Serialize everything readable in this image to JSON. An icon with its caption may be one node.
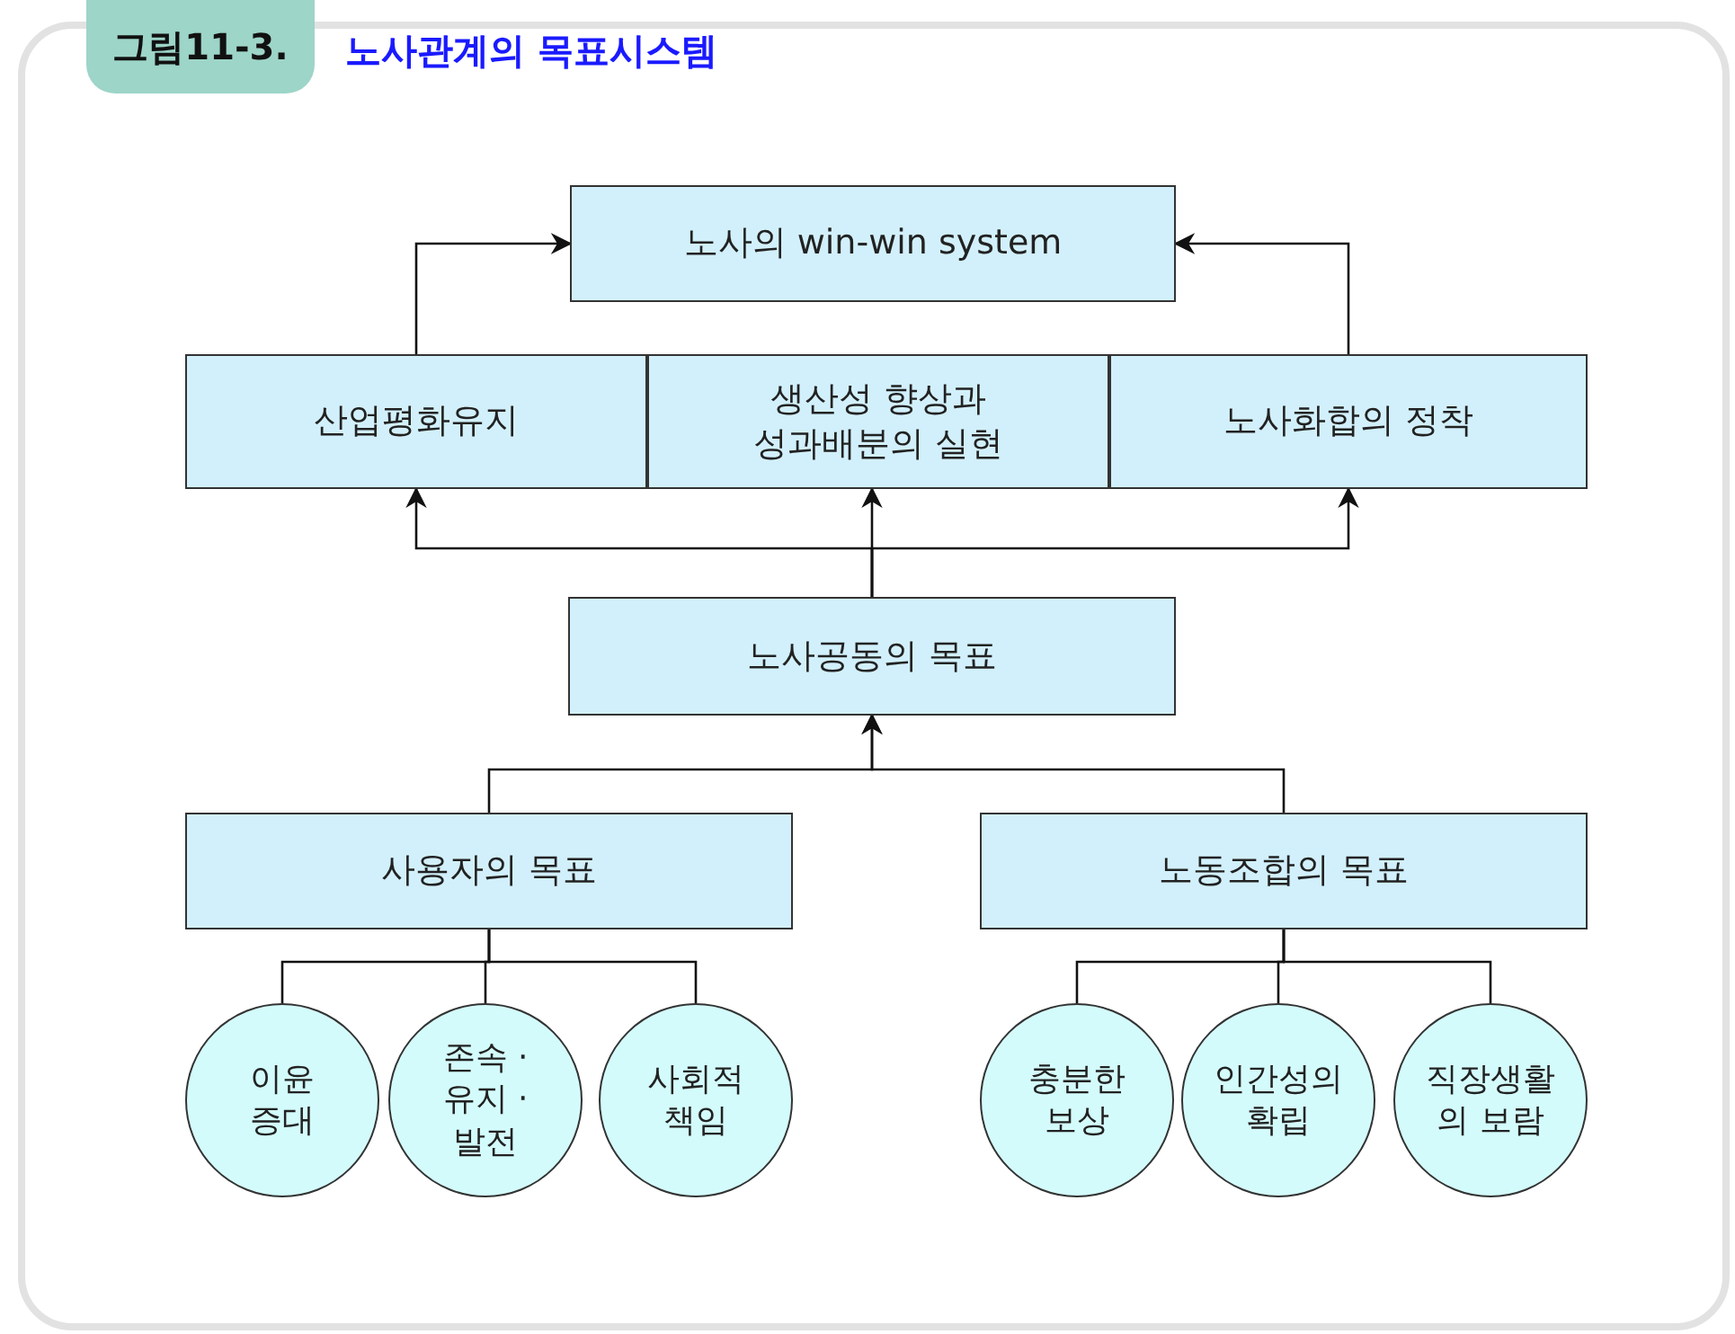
{
  "diagram": {
    "title": "노사관계의 목표시스템",
    "nodes": [
      {
        "text": [
          "노사의 win-win system"
        ]
      },
      {
        "text": [
          "산업평화유지"
        ]
      },
      {
        "text": [
          "생산성 향상과 성과배분의 실현"
        ]
      },
      {
        "text": [
          "노사화합의 정착"
        ]
      },
      {
        "text": [
          "노사공동의 목표"
        ]
      },
      {
        "text": [
          "사용자의 목표"
        ]
      },
      {
        "text": [
          "노동조합의 목표"
        ]
      },
      {
        "text": [
          "이윤 증대"
        ]
      },
      {
        "text": [
          "존속 · 유지 · 발전"
        ]
      },
      {
        "text": [
          "사회적 책임"
        ]
      },
      {
        "text": [
          "충분한 보상"
        ]
      },
      {
        "text": [
          "인간성의 확립"
        ]
      },
      {
        "text": [
          "직장생활 의 보람"
        ]
      }
    ],
    "edges": [
      {
        "from": 1,
        "to": 0,
        "arrow": "to"
      },
      {
        "from": 3,
        "to": 0,
        "arrow": "to"
      },
      {
        "from": 4,
        "to": 1,
        "arrow": "to"
      },
      {
        "from": 4,
        "to": 2,
        "arrow": "to"
      },
      {
        "from": 4,
        "to": 3,
        "arrow": "to"
      },
      {
        "from": 5,
        "to": 4,
        "arrow": "to"
      },
      {
        "from": 6,
        "to": 4,
        "arrow": "to"
      },
      {
        "from": 5,
        "to": 7,
        "arrow": "none"
      },
      {
        "from": 5,
        "to": 8,
        "arrow": "none"
      },
      {
        "from": 5,
        "to": 9,
        "arrow": "none"
      },
      {
        "from": 6,
        "to": 10,
        "arrow": "none"
      },
      {
        "from": 6,
        "to": 11,
        "arrow": "none"
      },
      {
        "from": 6,
        "to": 12,
        "arrow": "none"
      }
    ],
    "labels": [
      "그림11-3."
    ]
  }
}
